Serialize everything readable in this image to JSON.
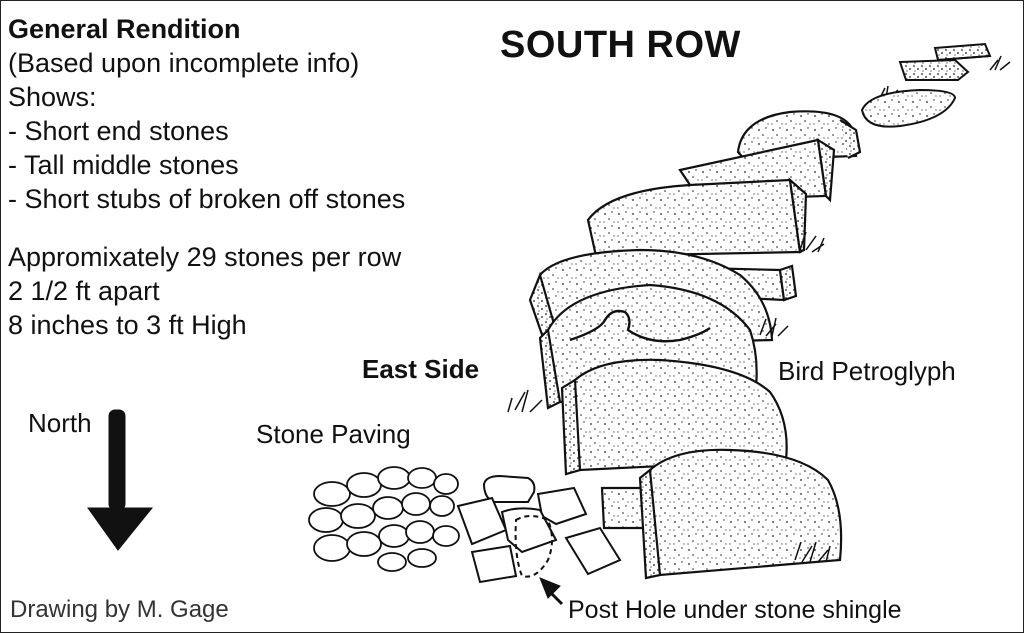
{
  "title": "SOUTH ROW",
  "notes": {
    "heading": "General Rendition",
    "lines": [
      "(Based upon incomplete info)",
      "Shows:",
      "- Short end stones",
      "- Tall middle stones",
      "- Short stubs of broken off stones"
    ],
    "stats": [
      "Appromixately 29 stones per row",
      "2 1/2 ft apart",
      "8 inches to 3 ft High"
    ]
  },
  "labels": {
    "north": "North",
    "east_side": "East Side",
    "bird": "Bird Petroglyph",
    "paving": "Stone Paving",
    "post_hole": "Post Hole under stone shingle",
    "credit": "Drawing by M. Gage"
  }
}
